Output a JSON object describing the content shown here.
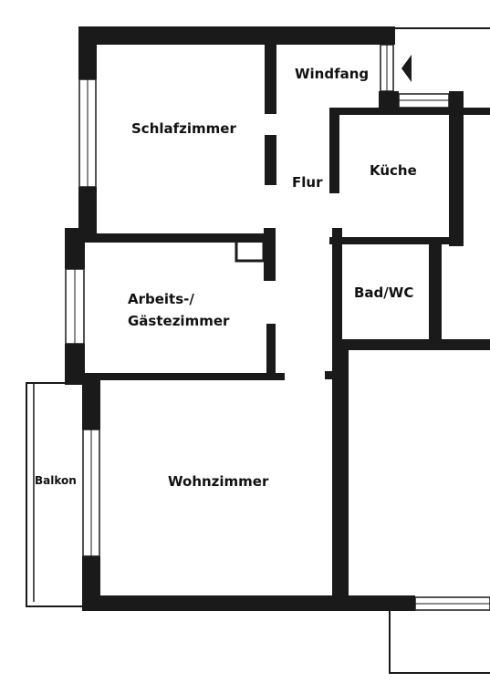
{
  "plan": {
    "colors": {
      "wall": "#1a1a1a",
      "window": "#ffffff",
      "background": "#ffffff"
    },
    "rooms": {
      "windfang": "Windfang",
      "schlafzimmer": "Schlafzimmer",
      "flur": "Flur",
      "kueche": "Küche",
      "bad_wc": "Bad/WC",
      "arbeits_line1": "Arbeits-/",
      "arbeits_line2": "Gästezimmer",
      "balkon": "Balkon",
      "wohnzimmer": "Wohnzimmer"
    },
    "icons": {
      "entrance": "entrance-arrow-icon"
    }
  }
}
